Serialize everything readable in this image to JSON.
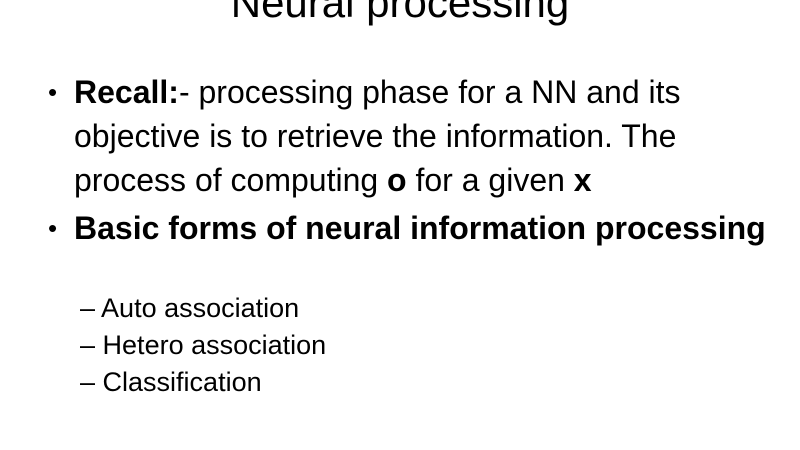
{
  "slide": {
    "title": "Neural processing",
    "bullets": [
      {
        "marker": "•",
        "lead_bold": "Recall:",
        "text_1": "- processing phase for a NN and its objective is to retrieve the information. The process of computing ",
        "bold_o": "o",
        "text_2": " for a given ",
        "bold_x": "x"
      },
      {
        "marker": "•",
        "text_bold": "Basic forms of neural information processing"
      }
    ],
    "sub_items": [
      {
        "dash": "–",
        "label": "Auto association"
      },
      {
        "dash": "–",
        "label": "Hetero association"
      },
      {
        "dash": "–",
        "label": "Classification"
      }
    ]
  }
}
